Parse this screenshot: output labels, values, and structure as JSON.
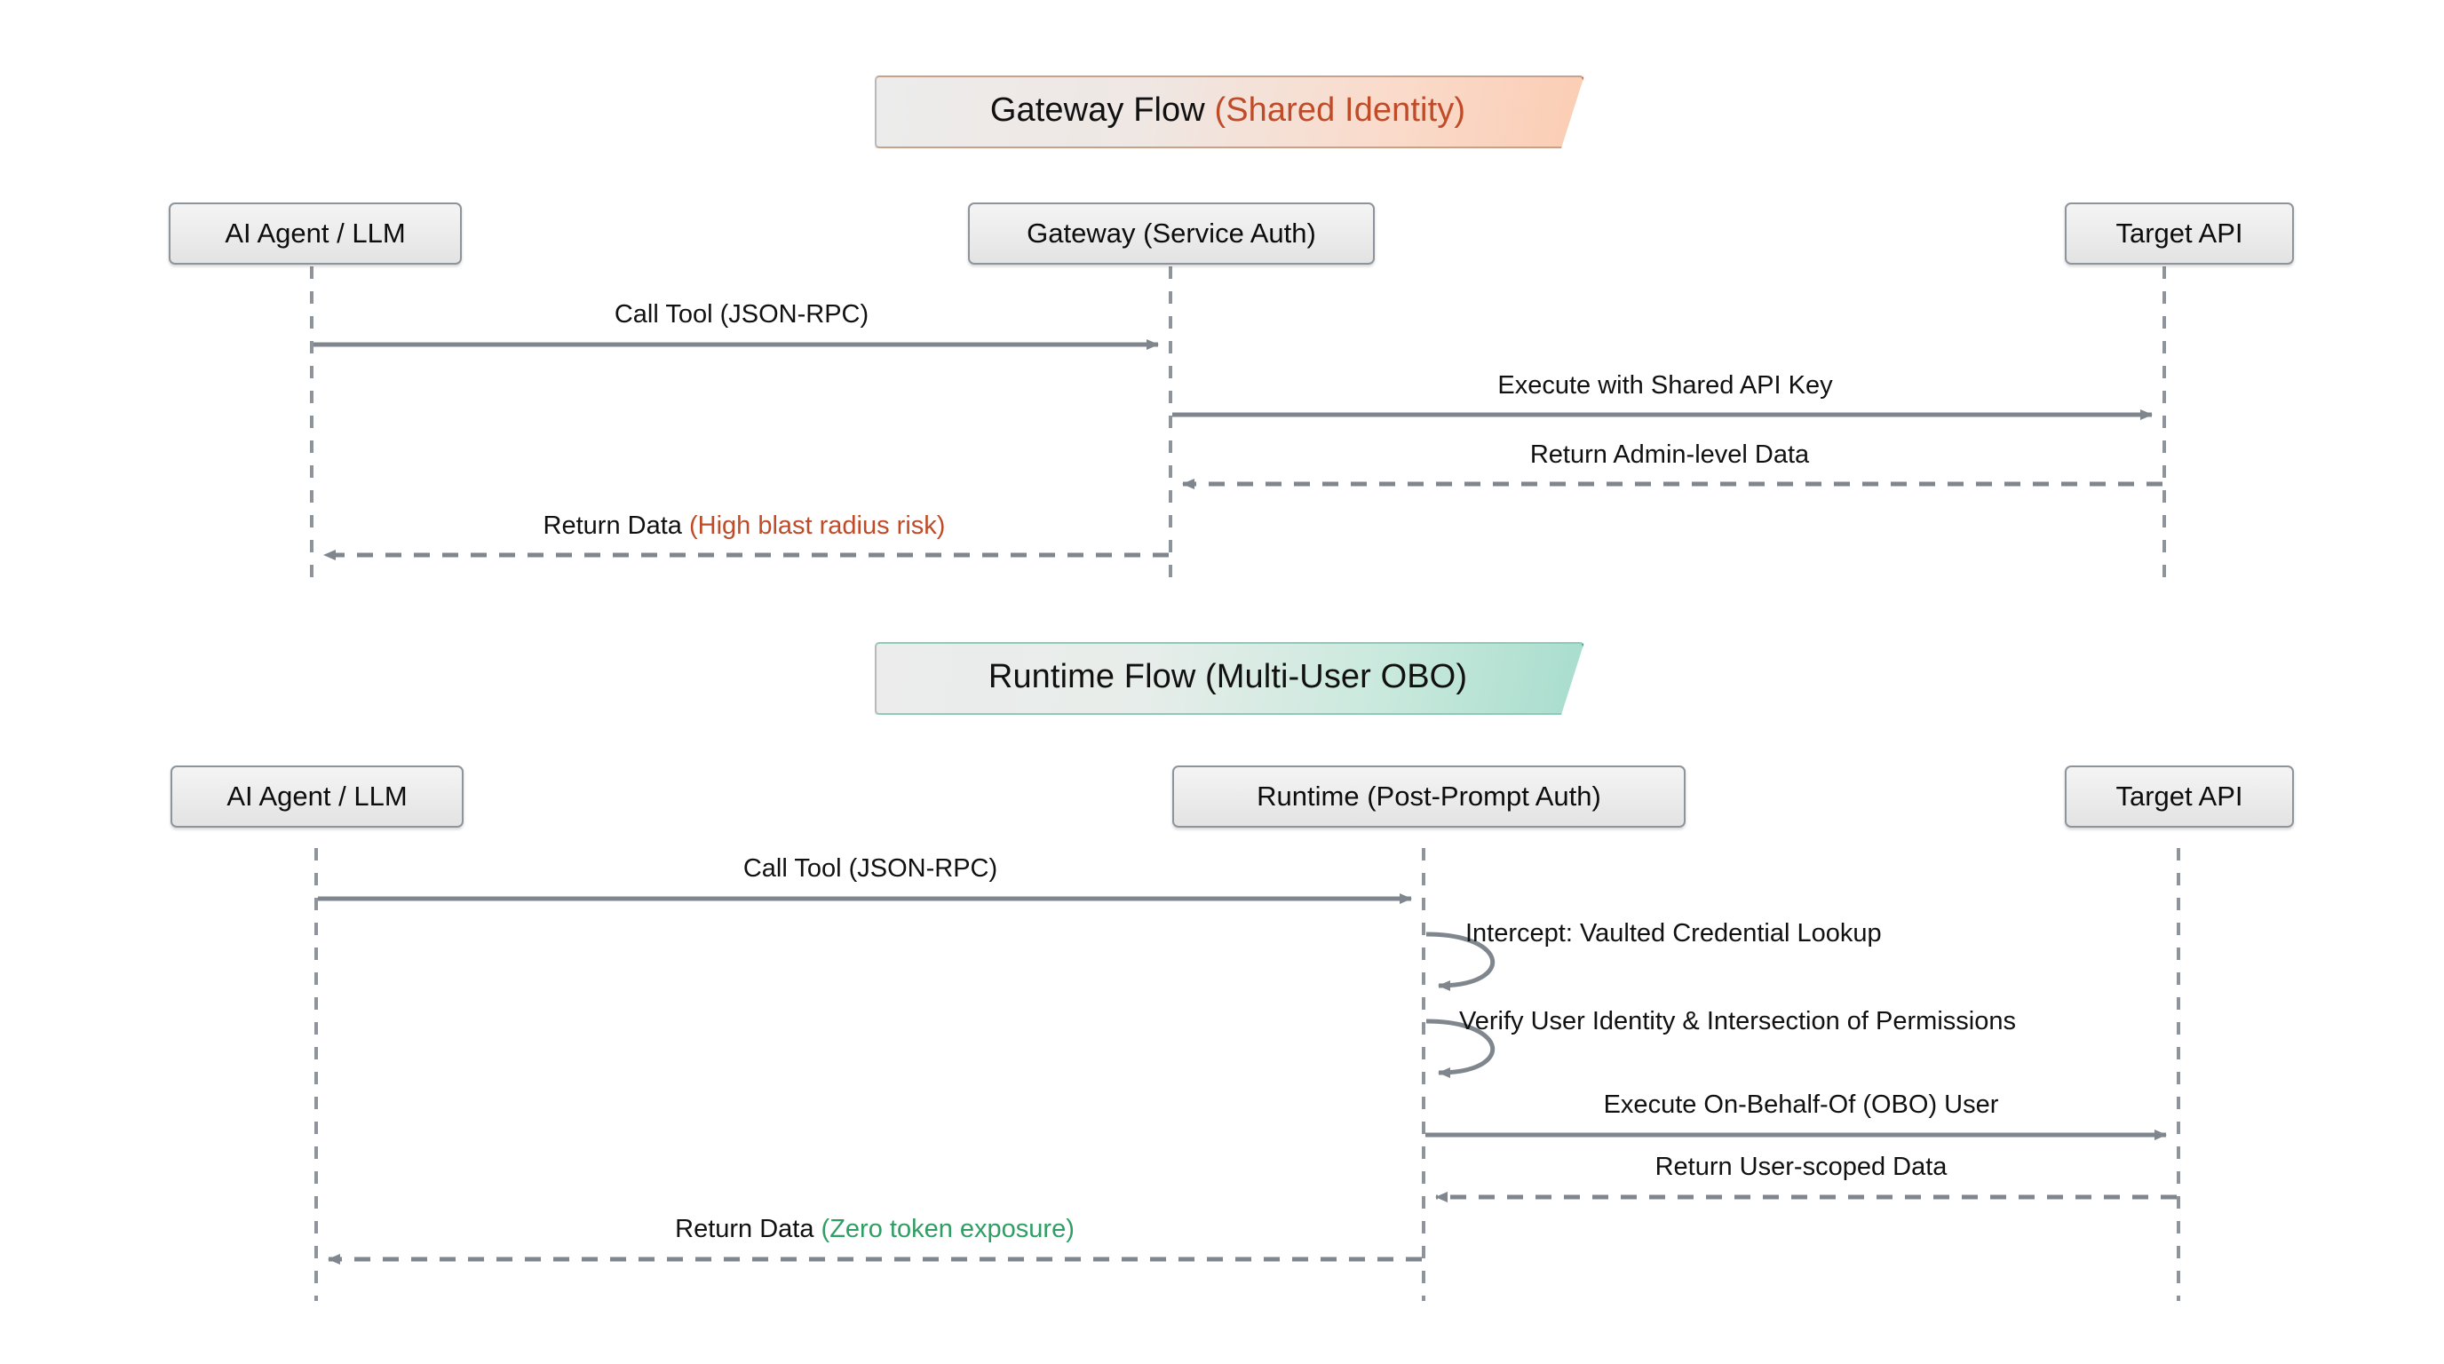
{
  "diagram": {
    "type": "sequence-diagram",
    "background": "#ffffff",
    "colors": {
      "line": "#7f868d",
      "box_border": "#8d949b",
      "box_fill": "#ececec",
      "text": "#111111",
      "accent_risk": "#bf4b28",
      "accent_safe": "#2f9e64",
      "banner_gateway_end": "#fbcdb4",
      "banner_runtime_end": "#a8ddcd"
    }
  },
  "sections": [
    {
      "id": "gateway",
      "banner": {
        "text_plain": "Gateway Flow ",
        "text_accent": "(Shared Identity)",
        "accent_color": "#bf4b28"
      },
      "participants": [
        {
          "id": "agent",
          "label": "AI Agent / LLM"
        },
        {
          "id": "gateway",
          "label": "Gateway (Service Auth)"
        },
        {
          "id": "target",
          "label": "Target API"
        }
      ],
      "messages": [
        {
          "id": "g1",
          "label_plain": "Call Tool (JSON-RPC)",
          "label_accent": "",
          "from": "agent",
          "to": "gateway",
          "style": "solid",
          "direction": "right"
        },
        {
          "id": "g2",
          "label_plain": "Execute with Shared API Key",
          "label_accent": "",
          "from": "gateway",
          "to": "target",
          "style": "solid",
          "direction": "right"
        },
        {
          "id": "g3",
          "label_plain": "Return Admin-level Data",
          "label_accent": "",
          "from": "target",
          "to": "gateway",
          "style": "dashed",
          "direction": "left"
        },
        {
          "id": "g4",
          "label_plain": "Return Data ",
          "label_accent": "(High blast radius risk)",
          "accent_color": "#bf4b28",
          "from": "gateway",
          "to": "agent",
          "style": "dashed",
          "direction": "left"
        }
      ]
    },
    {
      "id": "runtime",
      "banner": {
        "text_plain": "Runtime Flow (Multi-User OBO)",
        "text_accent": "",
        "accent_color": "#2f9e64"
      },
      "participants": [
        {
          "id": "agent",
          "label": "AI Agent / LLM"
        },
        {
          "id": "runtime",
          "label": "Runtime (Post-Prompt Auth)"
        },
        {
          "id": "target",
          "label": "Target API"
        }
      ],
      "messages": [
        {
          "id": "r1",
          "label_plain": "Call Tool (JSON-RPC)",
          "label_accent": "",
          "from": "agent",
          "to": "runtime",
          "style": "solid",
          "direction": "right"
        },
        {
          "id": "r2",
          "label_plain": "Intercept: Vaulted Credential Lookup",
          "label_accent": "",
          "from": "runtime",
          "to": "runtime",
          "style": "solid",
          "direction": "self"
        },
        {
          "id": "r3",
          "label_plain": "Verify User Identity & Intersection of Permissions",
          "label_accent": "",
          "from": "runtime",
          "to": "runtime",
          "style": "solid",
          "direction": "self"
        },
        {
          "id": "r4",
          "label_plain": "Execute On-Behalf-Of (OBO) User",
          "label_accent": "",
          "from": "runtime",
          "to": "target",
          "style": "solid",
          "direction": "right"
        },
        {
          "id": "r5",
          "label_plain": "Return User-scoped Data",
          "label_accent": "",
          "from": "target",
          "to": "runtime",
          "style": "dashed",
          "direction": "left"
        },
        {
          "id": "r6",
          "label_plain": "Return Data ",
          "label_accent": "(Zero token exposure)",
          "accent_color": "#2f9e64",
          "from": "runtime",
          "to": "agent",
          "style": "dashed",
          "direction": "left"
        }
      ]
    }
  ]
}
